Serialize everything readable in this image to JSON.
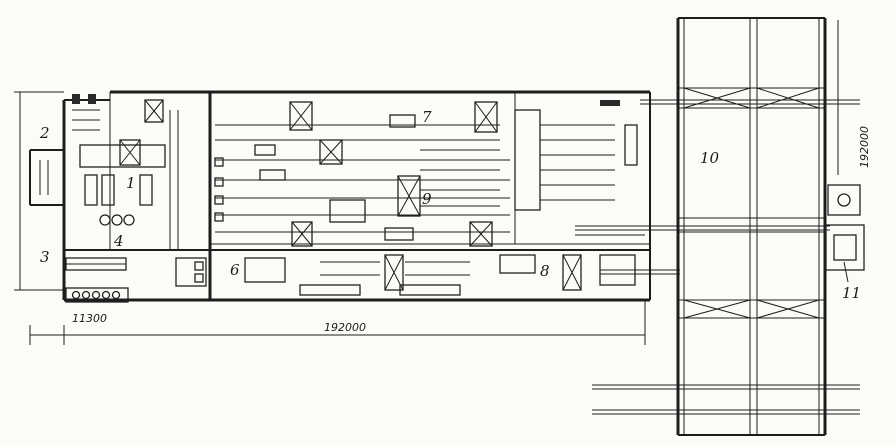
{
  "labels": {
    "l1": "1",
    "l2": "2",
    "l3": "3",
    "l4": "4",
    "l6": "6",
    "l7": "7",
    "l8": "8",
    "l9": "9",
    "l10": "10",
    "l11": "11"
  },
  "dimensions": {
    "width_main": "192000",
    "width_left": "11300",
    "height_right": "192000"
  }
}
